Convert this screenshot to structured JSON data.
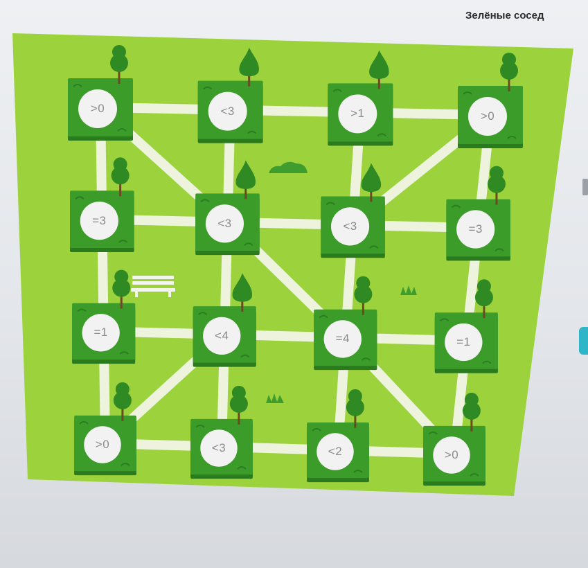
{
  "header": {
    "title": "Зелёные сосед"
  },
  "colors": {
    "board": "#9cd23c",
    "path": "#edf3dc",
    "tile": "#3c9c2a",
    "tile_dark": "#2a7a1e",
    "tree": "#2f8a24",
    "circle": "#f2f2f2",
    "label": "#8b8b8b"
  },
  "grid": {
    "rows": 4,
    "cols": 4,
    "nodes": [
      {
        "row": 0,
        "col": 0,
        "label": ">0",
        "tree": "round"
      },
      {
        "row": 0,
        "col": 1,
        "label": "<3",
        "tree": "flame"
      },
      {
        "row": 0,
        "col": 2,
        "label": ">1",
        "tree": "flame"
      },
      {
        "row": 0,
        "col": 3,
        "label": ">0",
        "tree": "round"
      },
      {
        "row": 1,
        "col": 0,
        "label": "=3",
        "tree": "round"
      },
      {
        "row": 1,
        "col": 1,
        "label": "<3",
        "tree": "flame"
      },
      {
        "row": 1,
        "col": 2,
        "label": "<3",
        "tree": "flame"
      },
      {
        "row": 1,
        "col": 3,
        "label": "=3",
        "tree": "round"
      },
      {
        "row": 2,
        "col": 0,
        "label": "=1",
        "tree": "round"
      },
      {
        "row": 2,
        "col": 1,
        "label": "<4",
        "tree": "flame"
      },
      {
        "row": 2,
        "col": 2,
        "label": "=4",
        "tree": "round"
      },
      {
        "row": 2,
        "col": 3,
        "label": "=1",
        "tree": "round"
      },
      {
        "row": 3,
        "col": 0,
        "label": ">0",
        "tree": "round"
      },
      {
        "row": 3,
        "col": 1,
        "label": "<3",
        "tree": "round"
      },
      {
        "row": 3,
        "col": 2,
        "label": "<2",
        "tree": "round"
      },
      {
        "row": 3,
        "col": 3,
        "label": ">0",
        "tree": "round"
      }
    ],
    "connections": [
      [
        [
          0,
          0
        ],
        [
          0,
          1
        ]
      ],
      [
        [
          0,
          1
        ],
        [
          0,
          2
        ]
      ],
      [
        [
          0,
          2
        ],
        [
          0,
          3
        ]
      ],
      [
        [
          1,
          0
        ],
        [
          1,
          1
        ]
      ],
      [
        [
          1,
          1
        ],
        [
          1,
          2
        ]
      ],
      [
        [
          1,
          2
        ],
        [
          1,
          3
        ]
      ],
      [
        [
          2,
          0
        ],
        [
          2,
          1
        ]
      ],
      [
        [
          2,
          1
        ],
        [
          2,
          2
        ]
      ],
      [
        [
          2,
          2
        ],
        [
          2,
          3
        ]
      ],
      [
        [
          3,
          0
        ],
        [
          3,
          1
        ]
      ],
      [
        [
          3,
          1
        ],
        [
          3,
          2
        ]
      ],
      [
        [
          3,
          2
        ],
        [
          3,
          3
        ]
      ],
      [
        [
          0,
          0
        ],
        [
          1,
          0
        ]
      ],
      [
        [
          1,
          0
        ],
        [
          2,
          0
        ]
      ],
      [
        [
          2,
          0
        ],
        [
          3,
          0
        ]
      ],
      [
        [
          0,
          1
        ],
        [
          1,
          1
        ]
      ],
      [
        [
          1,
          1
        ],
        [
          2,
          1
        ]
      ],
      [
        [
          2,
          1
        ],
        [
          3,
          1
        ]
      ],
      [
        [
          0,
          2
        ],
        [
          1,
          2
        ]
      ],
      [
        [
          1,
          2
        ],
        [
          2,
          2
        ]
      ],
      [
        [
          2,
          2
        ],
        [
          3,
          2
        ]
      ],
      [
        [
          0,
          3
        ],
        [
          1,
          3
        ]
      ],
      [
        [
          1,
          3
        ],
        [
          2,
          3
        ]
      ],
      [
        [
          2,
          3
        ],
        [
          3,
          3
        ]
      ],
      [
        [
          0,
          0
        ],
        [
          1,
          1
        ]
      ],
      [
        [
          1,
          2
        ],
        [
          0,
          3
        ]
      ],
      [
        [
          1,
          1
        ],
        [
          2,
          2
        ]
      ],
      [
        [
          2,
          1
        ],
        [
          3,
          0
        ]
      ],
      [
        [
          2,
          2
        ],
        [
          3,
          3
        ]
      ]
    ]
  },
  "decorations": [
    "bench",
    "bush",
    "grass-tuft",
    "grass-tuft"
  ]
}
